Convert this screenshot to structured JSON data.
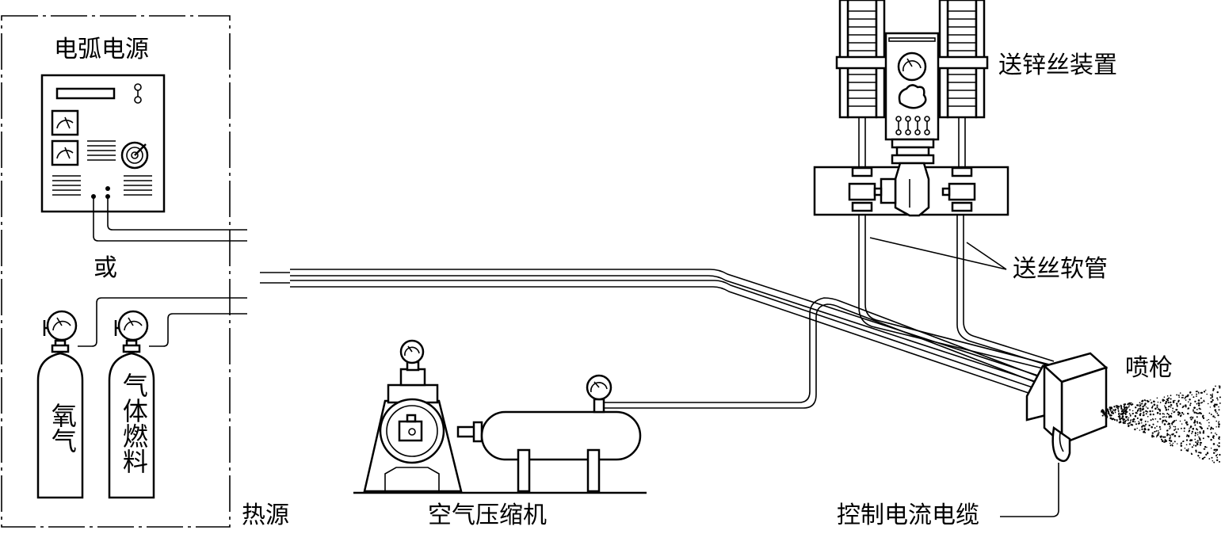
{
  "labels": {
    "arc_power": "电弧电源",
    "or": "或",
    "oxygen": "氧气",
    "gas_fuel": "气体燃料",
    "heat_source": "热源",
    "air_compressor": "空气压缩机",
    "zinc_wire_feeder": "送锌丝装置",
    "wire_feed_hose": "送丝软管",
    "spray_gun": "喷枪",
    "control_cable": "控制电流电缆"
  }
}
